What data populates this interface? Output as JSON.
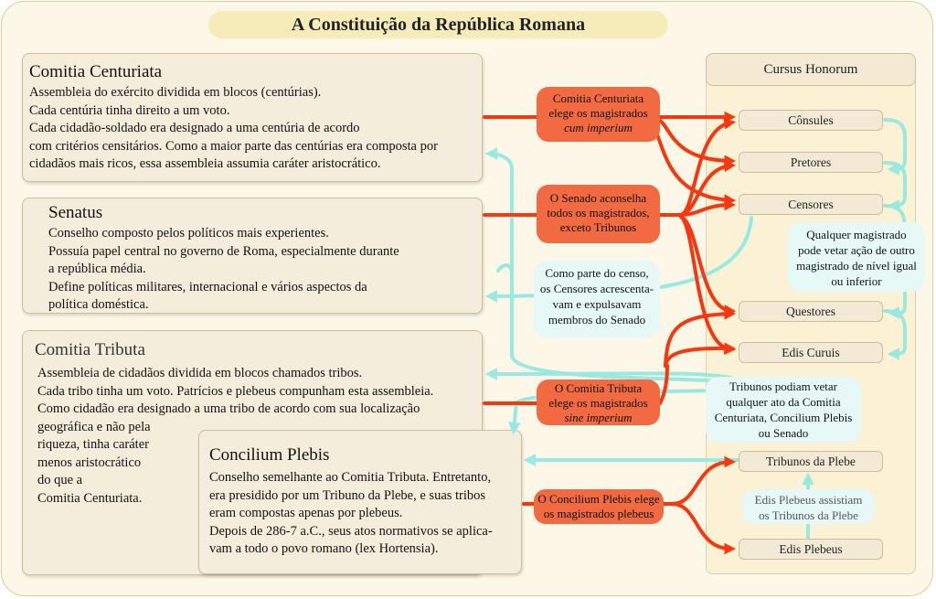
{
  "title": "A Constituição da República Romana",
  "comitia_centuriata": {
    "heading": "Comitia Centuriata",
    "lines": [
      "Assembleia do exército dividida em blocos (centúrias).",
      "Cada centúria tinha direito a um voto.",
      "Cada cidadão-soldado era designado a uma centúria de acordo",
      "com critérios censitários. Como a maior parte das centúrias era composta por",
      "cidadãos mais ricos, essa assembleia assumia caráter aristocrático."
    ]
  },
  "senatus": {
    "heading": "Senatus",
    "lines": [
      "Conselho composto pelos políticos mais experientes.",
      "Possuía papel central no governo de Roma, especialmente durante",
      "a república média.",
      "Define políticas militares, internacional e vários aspectos da",
      "política doméstica."
    ]
  },
  "comitia_tributa": {
    "heading": "Comitia Tributa",
    "lines": [
      "Assembleia de cidadãos dividida em blocos chamados tribos.",
      "Cada tribo tinha um voto.  Patrícios e plebeus compunham esta assembleia.",
      "Como cidadão era designado a uma tribo de acordo com sua localização",
      "geográfica e não pela",
      "riqueza, tinha caráter",
      "menos aristocrático",
      "do que a",
      "Comitia Centuriata."
    ]
  },
  "concilium_plebis": {
    "heading": "Concilium Plebis",
    "lines": [
      "Conselho semelhante ao Comitia Tributa. Entretanto,",
      "era presidido por um Tribuno da Plebe, e suas tribos",
      "eram compostas apenas por plebeus.",
      "Depois de 286-7 a.C., seus atos normativos se aplica-",
      "vam a todo o povo romano (lex Hortensia)."
    ]
  },
  "cursus_honorum": {
    "heading": "Cursus Honorum",
    "magistrates": [
      "Cônsules",
      "Pretores",
      "Censores",
      "Questores",
      "Edis Curuis",
      "Tribunos da Plebe",
      "Edis Plebeus"
    ]
  },
  "red_labels": {
    "centuriata": [
      "Comitia Centuriata",
      "elege os magistrados",
      "cum imperium"
    ],
    "senado": [
      "O Senado aconselha",
      "todos os magistrados,",
      "exceto Tribunos"
    ],
    "tributa": [
      "O Comitia Tributa",
      "elege os magistrados",
      "sine imperium"
    ],
    "plebis": [
      "O Concilium Plebis elege",
      "os magistrados plebeus"
    ]
  },
  "notes": {
    "censo": [
      "Como parte do censo,",
      "os Censores acrescenta-",
      "vam e expulsavam",
      "membros do Senado"
    ],
    "veto": [
      "Qualquer magistrado",
      "pode vetar ação de outro",
      "magistrado de nível igual",
      "ou inferior"
    ],
    "tribunos": [
      "Tribunos podiam vetar",
      "qualquer ato da Comitia",
      "Centuriata, Concilium Plebis",
      "ou Senado"
    ],
    "edis": [
      "Edis Plebeus assistiam",
      "os Tribunos da Plebe"
    ]
  },
  "colors": {
    "red": "#f26a42",
    "red_arrow": "#f5380f",
    "cyan_arrow": "#99e9e1",
    "cyan_note": "#e6f9f7",
    "box_fill": "#f5eddb",
    "title_fill": "#f5ecb9"
  }
}
